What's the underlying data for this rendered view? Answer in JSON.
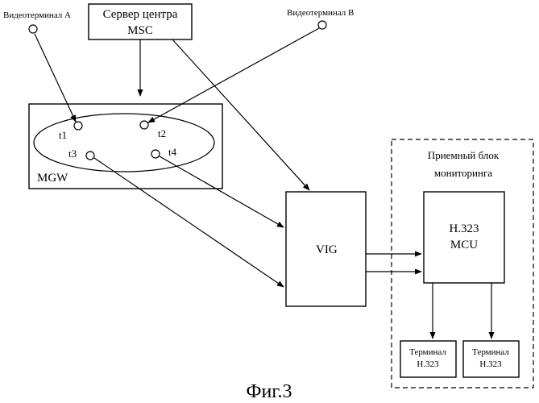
{
  "terminals": {
    "video_a": "Видеотерминал A",
    "video_b": "Видеотерминал B"
  },
  "msc": {
    "line1": "Сервер центра",
    "line2": "MSC"
  },
  "mgw": {
    "label": "MGW",
    "ports": {
      "t1": "t1",
      "t2": "t2",
      "t3": "t3",
      "t4": "t4"
    }
  },
  "vig": {
    "label": "VIG"
  },
  "monitor": {
    "line1": "Приемный блок",
    "line2": "мониторинга"
  },
  "mcu": {
    "line1": "H.323",
    "line2": "MCU"
  },
  "h323_terminals": [
    {
      "line1": "Терминал",
      "line2": "H.323"
    },
    {
      "line1": "Терминал",
      "line2": "H.323"
    }
  ],
  "caption": "Фиг.3"
}
